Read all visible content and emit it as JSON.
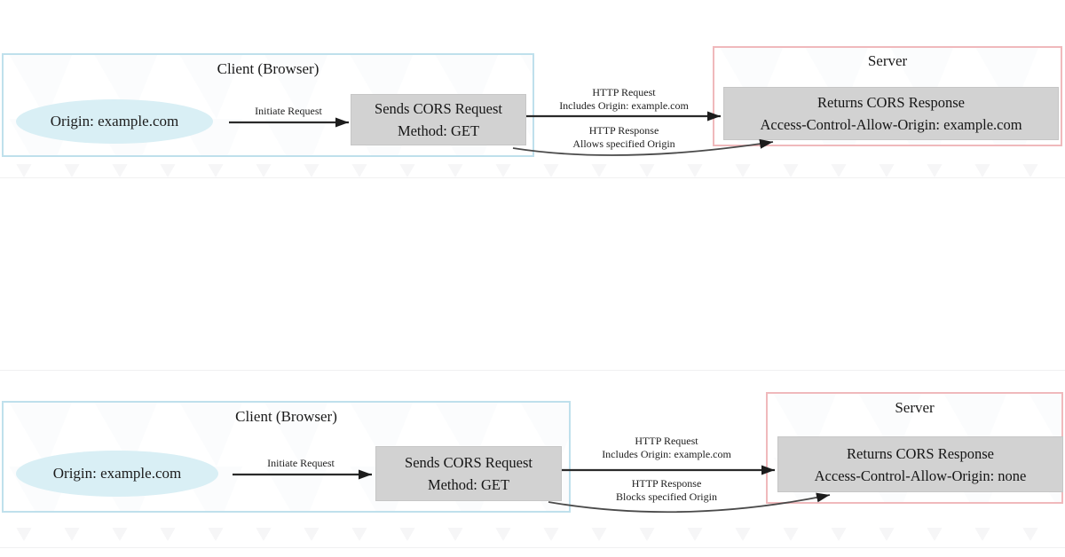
{
  "diagrams": [
    {
      "id": "cors-allowed-flow",
      "client": {
        "title": "Client (Browser)",
        "origin": "Origin: example.com",
        "action_line1": "Sends CORS Request",
        "action_line2": "Method: GET"
      },
      "server": {
        "title": "Server",
        "response_line1": "Returns CORS Response",
        "response_line2": "Access-Control-Allow-Origin: example.com"
      },
      "arrows": {
        "initiate": "Initiate Request",
        "request_line1": "HTTP Request",
        "request_line2": "Includes Origin: example.com",
        "response_line1": "HTTP Response",
        "response_line2": "Allows specified Origin"
      }
    },
    {
      "id": "cors-blocked-flow",
      "client": {
        "title": "Client (Browser)",
        "origin": "Origin: example.com",
        "action_line1": "Sends CORS Request",
        "action_line2": "Method: GET"
      },
      "server": {
        "title": "Server",
        "response_line1": "Returns CORS Response",
        "response_line2": "Access-Control-Allow-Origin: none"
      },
      "arrows": {
        "initiate": "Initiate Request",
        "request_line1": "HTTP Request",
        "request_line2": "Includes Origin: example.com",
        "response_line1": "HTTP Response",
        "response_line2": "Blocks specified Origin"
      }
    }
  ],
  "colors": {
    "client_border": "#bfe0ec",
    "server_border": "#f0b9bc",
    "process_box_fill": "#d2d2d2",
    "origin_ellipse_fill": "#d9eff5",
    "arrow": "#2a2a2a",
    "background": "#ffffff"
  }
}
